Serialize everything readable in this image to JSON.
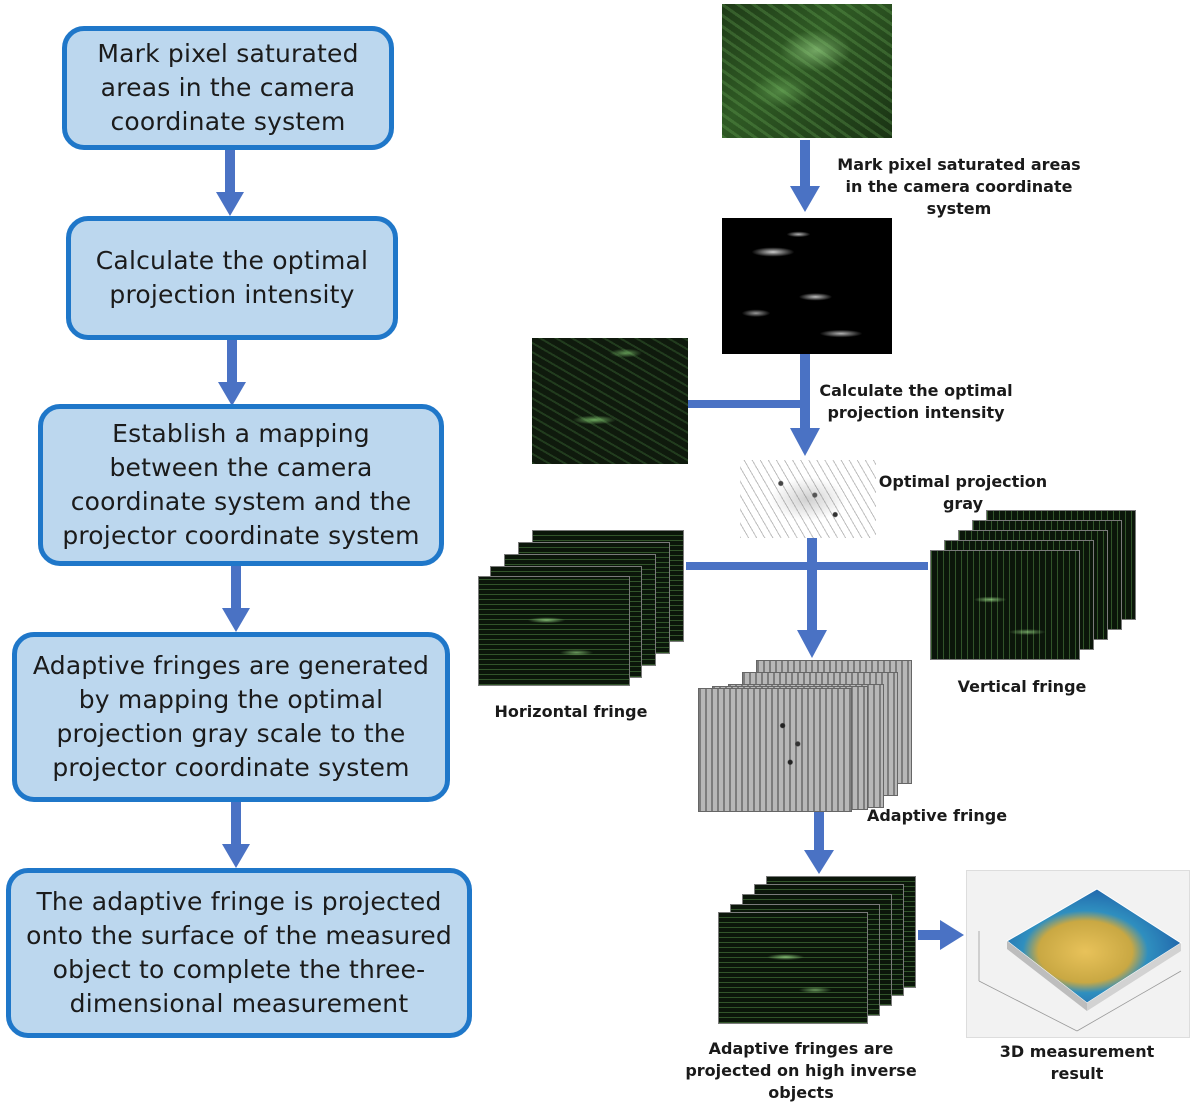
{
  "flowchart": {
    "steps": [
      "Mark pixel saturated areas in the camera coordinate system",
      "Calculate the optimal projection intensity",
      "Establish a mapping between the camera coordinate system and the projector coordinate system",
      "Adaptive fringes are generated by mapping the optimal projection gray scale to the projector coordinate system",
      "The adaptive fringe is projected onto the surface of the measured object to complete the three-dimensional measurement"
    ]
  },
  "pipeline": {
    "captions": {
      "mark_saturated": "Mark pixel saturated  areas in the camera coordinate  system",
      "calc_optimal": "Calculate  the optimal projection  intensity",
      "optimal_gray": "Optimal projection  gray",
      "horizontal_fringe": "Horizontal fringe",
      "vertical_fringe": "Vertical fringe",
      "adaptive_fringe": "Adaptive  fringe",
      "projected": "Adaptive fringes are projected on high inverse objects",
      "result": "3D measurement result"
    }
  },
  "colors": {
    "box_fill": "#bcd7ee",
    "box_border": "#1f77c9",
    "arrow": "#4a72c4"
  }
}
